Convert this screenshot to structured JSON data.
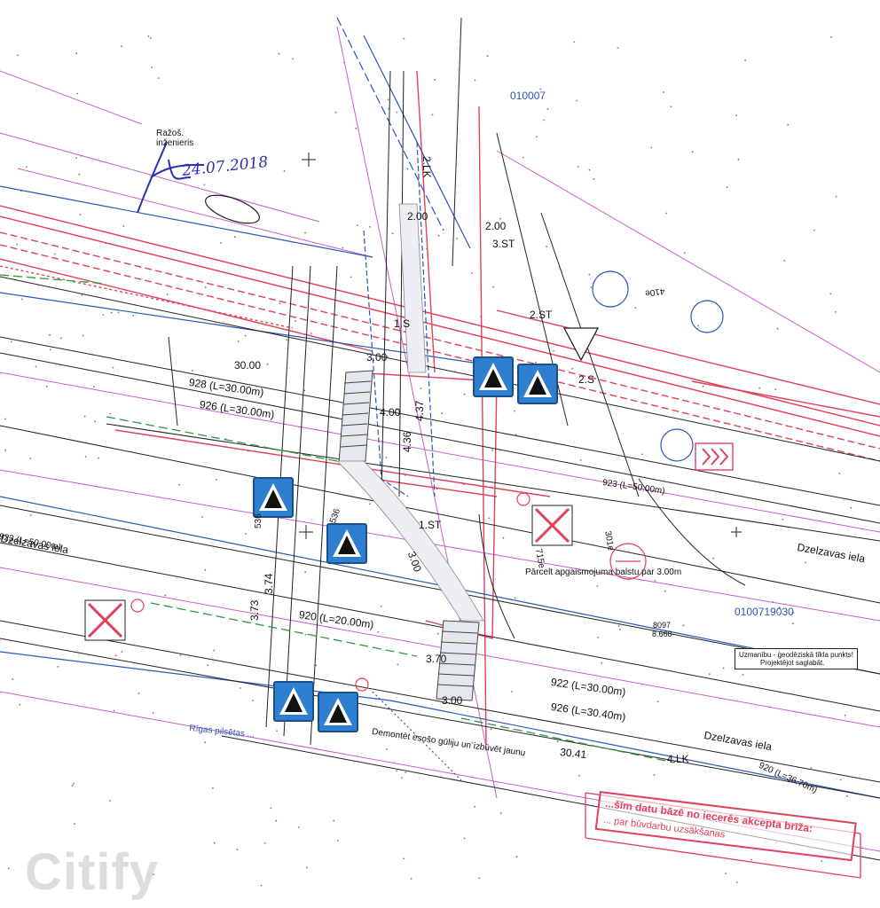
{
  "parcels": {
    "north": "010007",
    "east": "0100719030"
  },
  "streets": {
    "name": "Dzelzavas iela"
  },
  "header": {
    "engineer_label_line1": "Ražoš.",
    "engineer_label_line2": "inženieris",
    "signature_date": "24.07.2018"
  },
  "labels": {
    "st1": "1.ST",
    "st2": "2.ST",
    "st3": "3.ST",
    "lk4": "4.LK",
    "s1": "1.S",
    "s2": "2.S",
    "lk2": "2.LK"
  },
  "dimensions": {
    "d1": "30.00",
    "d2": "928 (L=30.00m)",
    "d3": "926 (L=30.00m)",
    "d4": "923 (L=50.00m)",
    "d5": "923 (L=50.00m)",
    "d6": "920 (L=20.00m)",
    "d7": "922 (L=30.00m)",
    "d8": "926 (L=30.40m)",
    "d9": "920 (L=36.70m)",
    "d10": "30.41",
    "d11": "3.00",
    "d12": "3.70",
    "d13": "3.00",
    "d14": "2.00",
    "d15": "2.00",
    "d16": "4.00",
    "d17": "3.73",
    "d18": "3.74",
    "d19": "3.00",
    "d20": "4.36",
    "d21": "4.37",
    "d22": "536",
    "d23": "536",
    "d24": "715e",
    "d25": "301e",
    "d26": "410e"
  },
  "notes": {
    "lamp_move": "Pārcelt apgaismojuma balstu par 3.00m",
    "rail_replace_1": "Demontēt esošo gūliju un izbūvēt jaunu",
    "geodetic_1": "Uzmanību - ģeodēziskā tīkla punkts!",
    "geodetic_2": "Projektējot saglabāt.",
    "riga_city": "Rīgas pilsētas ...",
    "point_id": "8097",
    "point_elev": "8.668"
  },
  "stamp": {
    "line1": "...šīm datu bāzē no iecerēs akcepta brīža:",
    "line2": "... par būvdarbu uzsākšanas"
  },
  "watermark": {
    "text": "Citify"
  },
  "colors": {
    "red_lines": "#e0405a",
    "blue_lines": "#2b55b8",
    "magenta_lines": "#c040c0",
    "green_lines": "#2a9a3a",
    "sign_blue": "#2f7fd0",
    "black_lines": "#222222"
  },
  "icons": {
    "crosswalk_sign": "pedestrian-crossing-sign-icon",
    "no_stop_sign": "no-stopping-sign-icon",
    "yield_sign": "yield-sign-icon",
    "no_entry_sign": "no-entry-sign-icon",
    "chevron_sign": "chevron-direction-sign-icon"
  }
}
